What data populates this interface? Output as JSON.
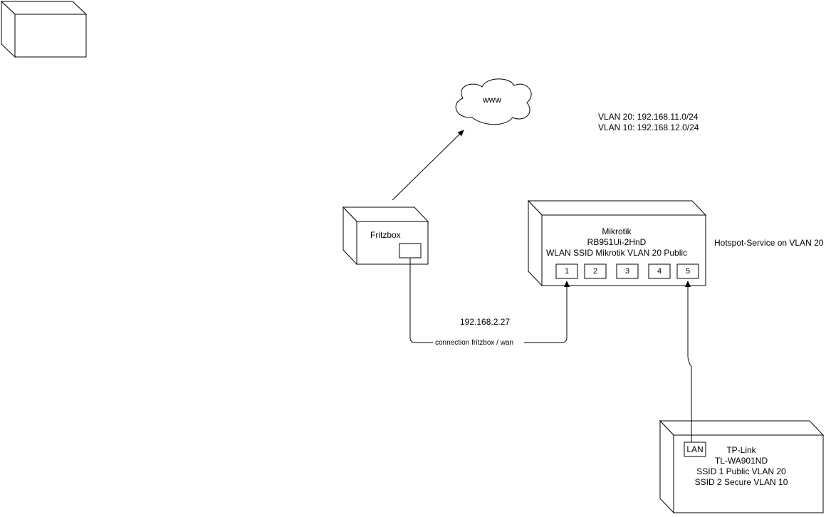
{
  "clouds": {
    "www": "www"
  },
  "vlans": {
    "vlan20": "VLAN 20: 192.168.11.0/24",
    "vlan10": "VLAN 10: 192.168.12.0/24"
  },
  "fritzbox": {
    "label": "Fritzbox"
  },
  "mikrotik": {
    "line1": "Mikrotik",
    "line2": "RB951Ui-2HnD",
    "line3": "WLAN SSID Mikrotik VLAN 20 Public",
    "ports": [
      "1",
      "2",
      "3",
      "4",
      "5"
    ]
  },
  "hotspot": {
    "label": "Hotspot-Service on VLAN 20"
  },
  "connection": {
    "ip": "192.168.2.27",
    "label": "connection fritzbox / wan"
  },
  "tplink": {
    "port": "LAN",
    "line1": "TP-Link",
    "line2": "TL-WA901ND",
    "line3": "SSID 1 Public VLAN 20",
    "line4": "SSID 2 Secure VLAN 10"
  }
}
